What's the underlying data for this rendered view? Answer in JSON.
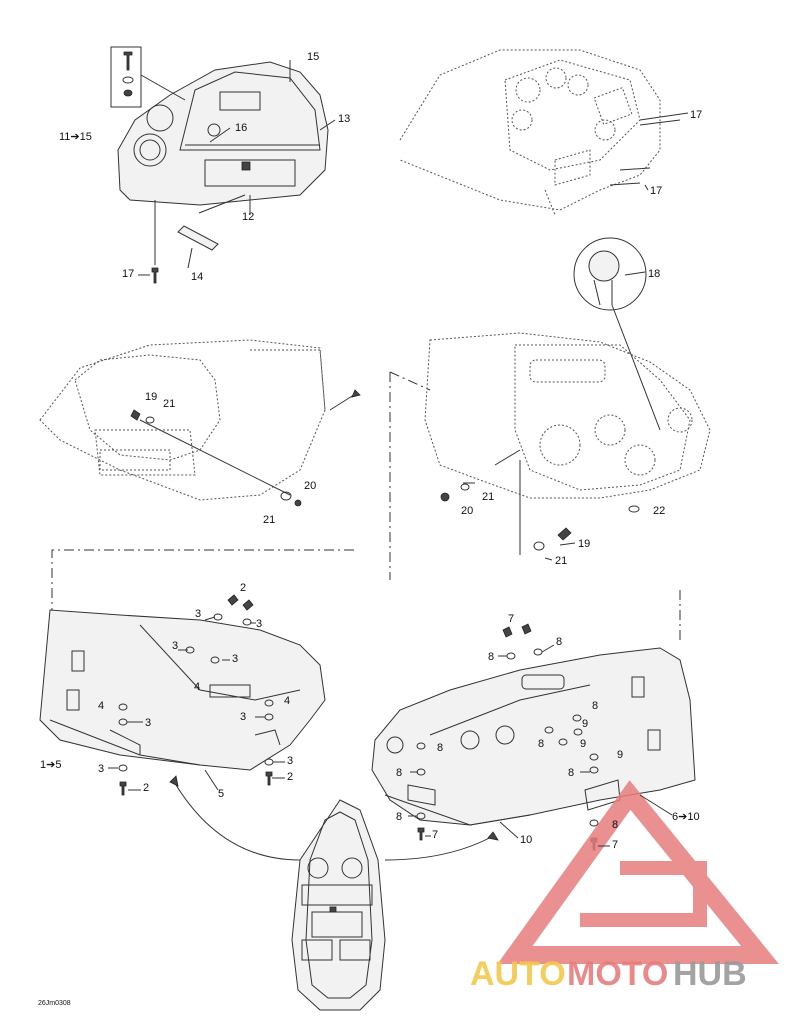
{
  "labels": {
    "range_11_15": "11➔15",
    "p12": "12",
    "p13": "13",
    "p14": "14",
    "p15": "15",
    "p16": "16",
    "p17a": "17",
    "p17b": "17",
    "p17c": "17",
    "p18": "18",
    "p19a": "19",
    "p19b": "19",
    "p20a": "20",
    "p20b": "20",
    "p21a": "21",
    "p21b": "21",
    "p21c": "21",
    "p21d": "21",
    "p22": "22",
    "range_1_5": "1➔5",
    "p2a": "2",
    "p2b": "2",
    "p2c": "2",
    "p3a": "3",
    "p3b": "3",
    "p3c": "3",
    "p3d": "3",
    "p3e": "3",
    "p3f": "3",
    "p3g": "3",
    "p3h": "3",
    "p4a": "4",
    "p4b": "4",
    "p4c": "4",
    "p5": "5",
    "range_6_10": "6➔10",
    "p7a": "7",
    "p7b": "7",
    "p7c": "7",
    "p8a": "8",
    "p8b": "8",
    "p8c": "8",
    "p8d": "8",
    "p8e": "8",
    "p8f": "8",
    "p8g": "8",
    "p8h": "8",
    "p8i": "8",
    "p9a": "9",
    "p9b": "9",
    "p9c": "9",
    "p10": "10"
  },
  "figure_code": "26Jm0308",
  "watermark": {
    "part1": "AUTO",
    "part2": "MOTO",
    "part3": "HUB"
  },
  "colors": {
    "watermark_yellow": "#f4c84c",
    "watermark_red": "#e77d7d",
    "watermark_gray": "#9a9a9a"
  }
}
